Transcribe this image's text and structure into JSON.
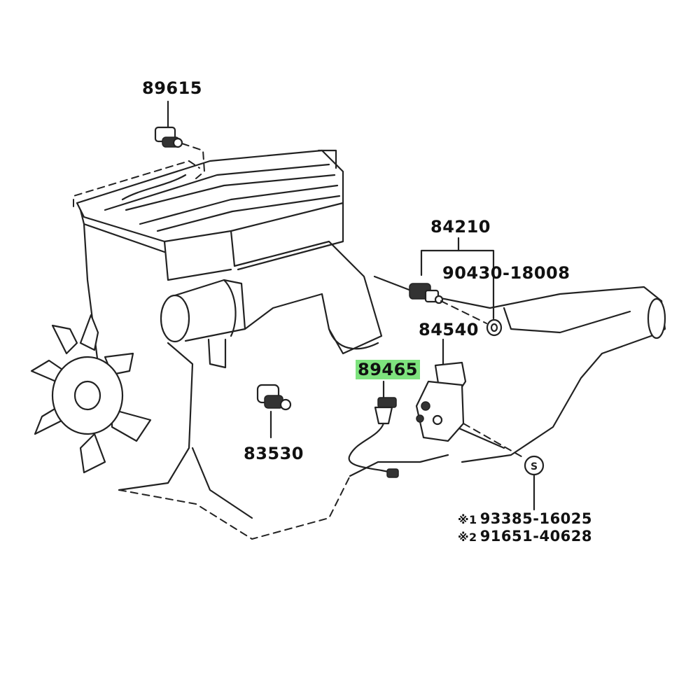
{
  "parts": {
    "p89615": "89615",
    "p84210": "84210",
    "p90430": "90430-18008",
    "p84540": "84540",
    "p89465": "89465",
    "p83530": "83530",
    "s_symbol": "S",
    "note1_mark": "※1",
    "note1_num": "93385-16025",
    "note2_mark": "※2",
    "note2_num": "91651-40628"
  },
  "colors": {
    "highlight": "#7ee37e",
    "ink": "#222222"
  }
}
